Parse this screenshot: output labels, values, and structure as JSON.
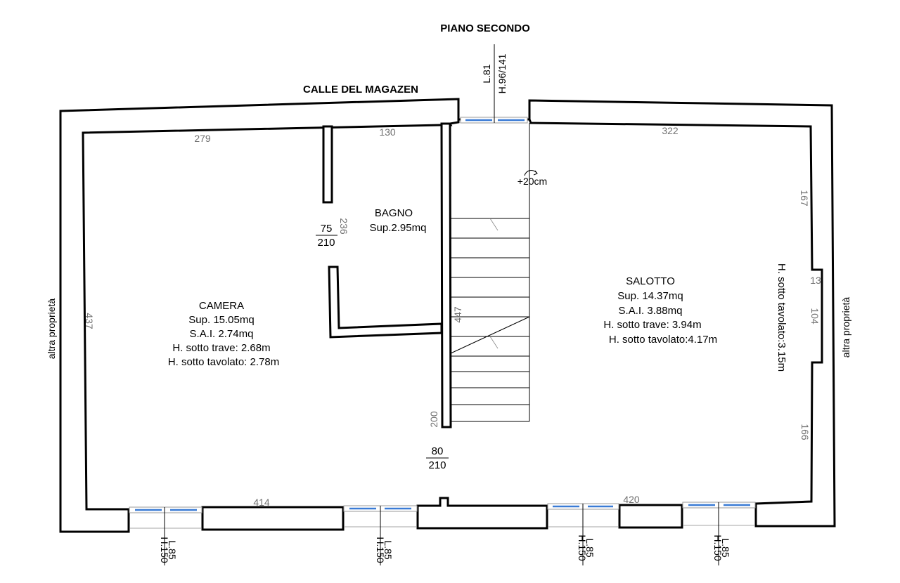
{
  "titles": {
    "floor": "PIANO SECONDO",
    "street": "CALLE DEL MAGAZEN"
  },
  "neighbors": {
    "left": "altra proprietà",
    "right": "altra proprietà"
  },
  "rooms": {
    "camera": {
      "name": "CAMERA",
      "sup": "Sup. 15.05mq",
      "sai": "S.A.I. 2.74mq",
      "h_trave": "H. sotto trave: 2.68m",
      "h_tavolato": "H. sotto tavolato: 2.78m"
    },
    "bagno": {
      "name": "BAGNO",
      "sup": "Sup.2.95mq"
    },
    "salotto": {
      "name": "SALOTTO",
      "sup": "Sup. 14.37mq",
      "sai": "S.A.I. 3.88mq",
      "h_trave": "H. sotto trave: 3.94m",
      "h_tavolato": "H. sotto tavolato:4.17m",
      "h_tavolato_side": "H. sotto tavolato:3.15m"
    }
  },
  "dimensions": {
    "camera_top": "279",
    "bagno_top": "130",
    "salotto_top": "322",
    "camera_left": "437",
    "bagno_side": "236",
    "stair_side": "447",
    "stair_bottom": "200",
    "bottom_left": "414",
    "bottom_right": "420",
    "right_upper": "167",
    "right_niche": "13",
    "right_mid": "104",
    "right_lower": "166"
  },
  "level_note": "+20cm",
  "doors": {
    "bagno": {
      "width": "75",
      "height": "210"
    },
    "entry": {
      "width": "80",
      "height": "210"
    }
  },
  "windows": {
    "top": {
      "width": "L.81",
      "height": "H.96/141"
    },
    "bottom": [
      {
        "width": "L.85",
        "height": "H.150"
      },
      {
        "width": "L.85",
        "height": "H.150"
      },
      {
        "width": "L.85",
        "height": "H.150"
      },
      {
        "width": "L.85",
        "height": "H.150"
      }
    ]
  },
  "colors": {
    "wall": "#000000",
    "glass": "#3a7bd5",
    "dimension_text": "#707070"
  }
}
